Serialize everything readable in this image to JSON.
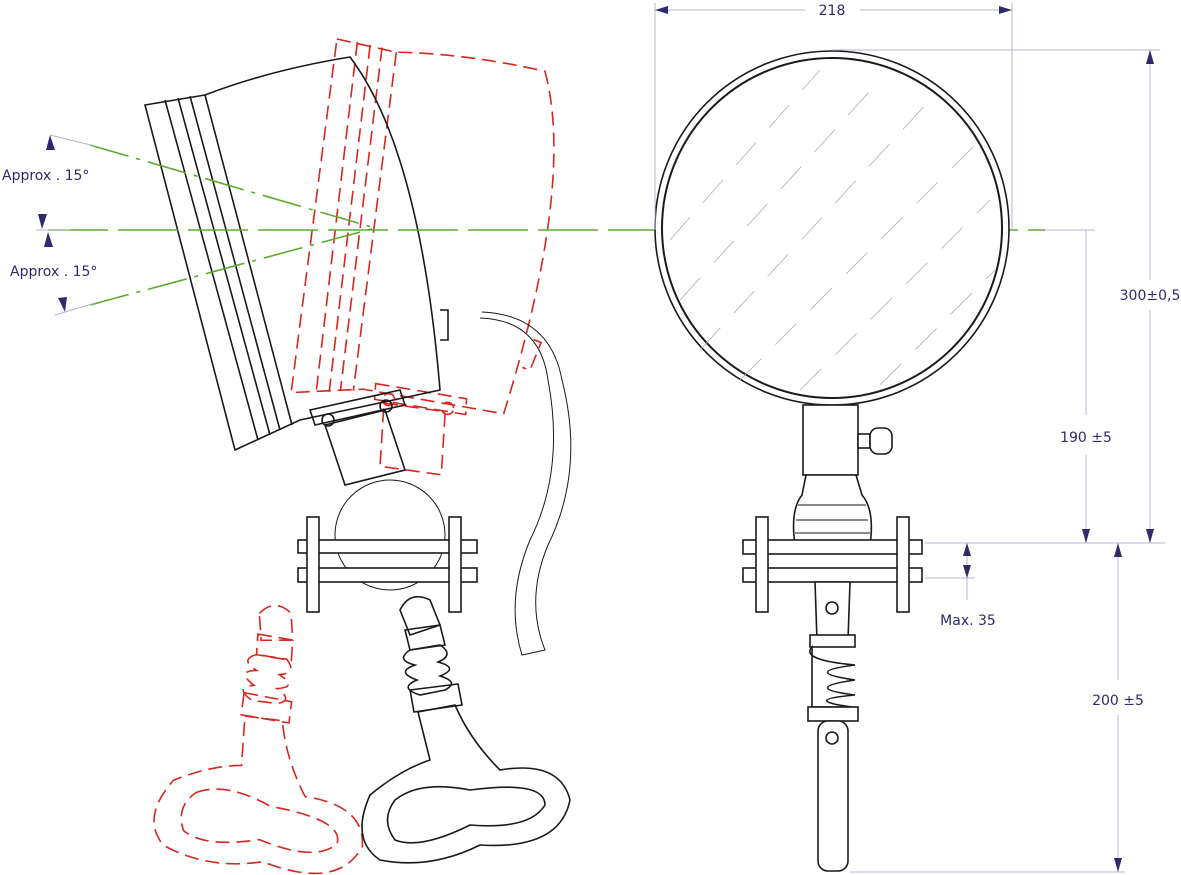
{
  "drawing": {
    "width_dimension": "218",
    "height_dimension": "300±0,5",
    "neck_dimension": "190 ±5",
    "handle_dimension": "200 ±5",
    "clamp_dimension": "Max. 35",
    "tilt_up_label": "Approx . 15°",
    "tilt_down_label": "Approx . 15°"
  },
  "colors": {
    "line": "#1a1a1a",
    "alternate_position": "#d7261e",
    "beam_axis": "#5aab2e",
    "dimension_text": "#2f2a6b"
  }
}
